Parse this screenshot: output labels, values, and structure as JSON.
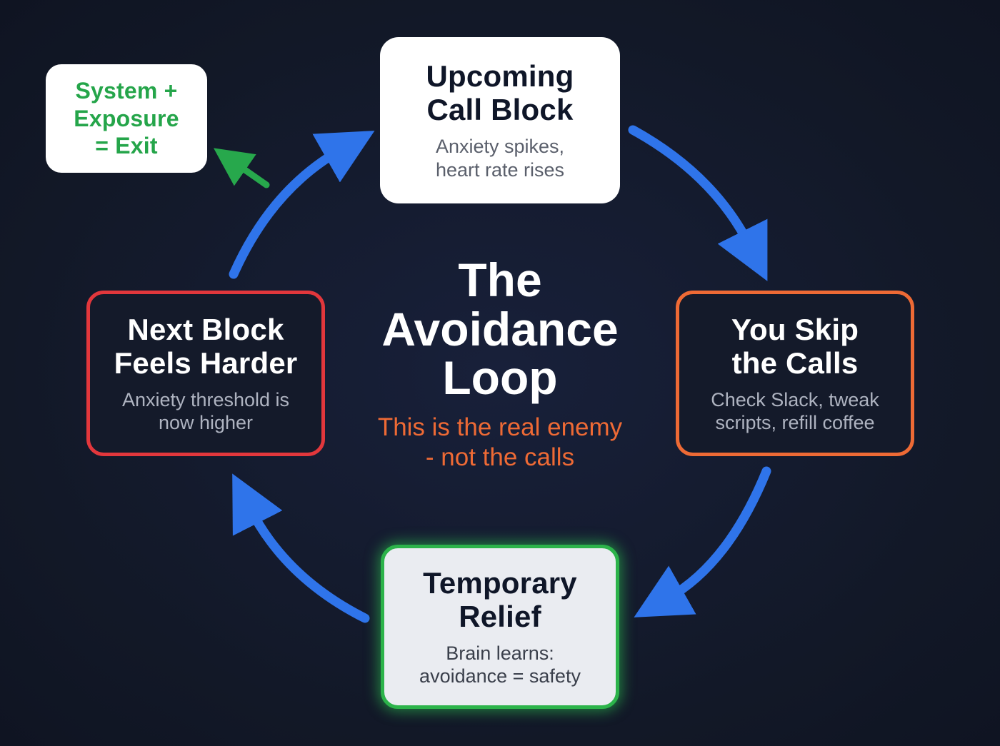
{
  "center": {
    "title_line1": "The",
    "title_line2": "Avoidance",
    "title_line3": "Loop",
    "subtitle_line1": "This is the real enemy",
    "subtitle_line2": "- not the calls"
  },
  "nodes": {
    "top": {
      "title_line1": "Upcoming",
      "title_line2": "Call Block",
      "desc_line1": "Anxiety spikes,",
      "desc_line2": "heart rate rises"
    },
    "right": {
      "title_line1": "You Skip",
      "title_line2": "the Calls",
      "desc_line1": "Check Slack, tweak",
      "desc_line2": "scripts, refill coffee"
    },
    "bottom": {
      "title_line1": "Temporary",
      "title_line2": "Relief",
      "desc_line1": "Brain learns:",
      "desc_line2": "avoidance = safety"
    },
    "left": {
      "title_line1": "Next Block",
      "title_line2": "Feels Harder",
      "desc_line1": "Anxiety threshold is",
      "desc_line2": "now higher"
    },
    "exit": {
      "line1": "System +",
      "line2": "Exposure",
      "line3": "= Exit"
    }
  },
  "colors": {
    "background": "#131a29",
    "loop_arrow": "#2f74ea",
    "exit_arrow": "#27a84c",
    "skip_border": "#ee6a35",
    "relief_border": "#2cb34a",
    "harder_border": "#e2373c",
    "enemy_text": "#ee6a35",
    "exit_text": "#25a54a"
  }
}
